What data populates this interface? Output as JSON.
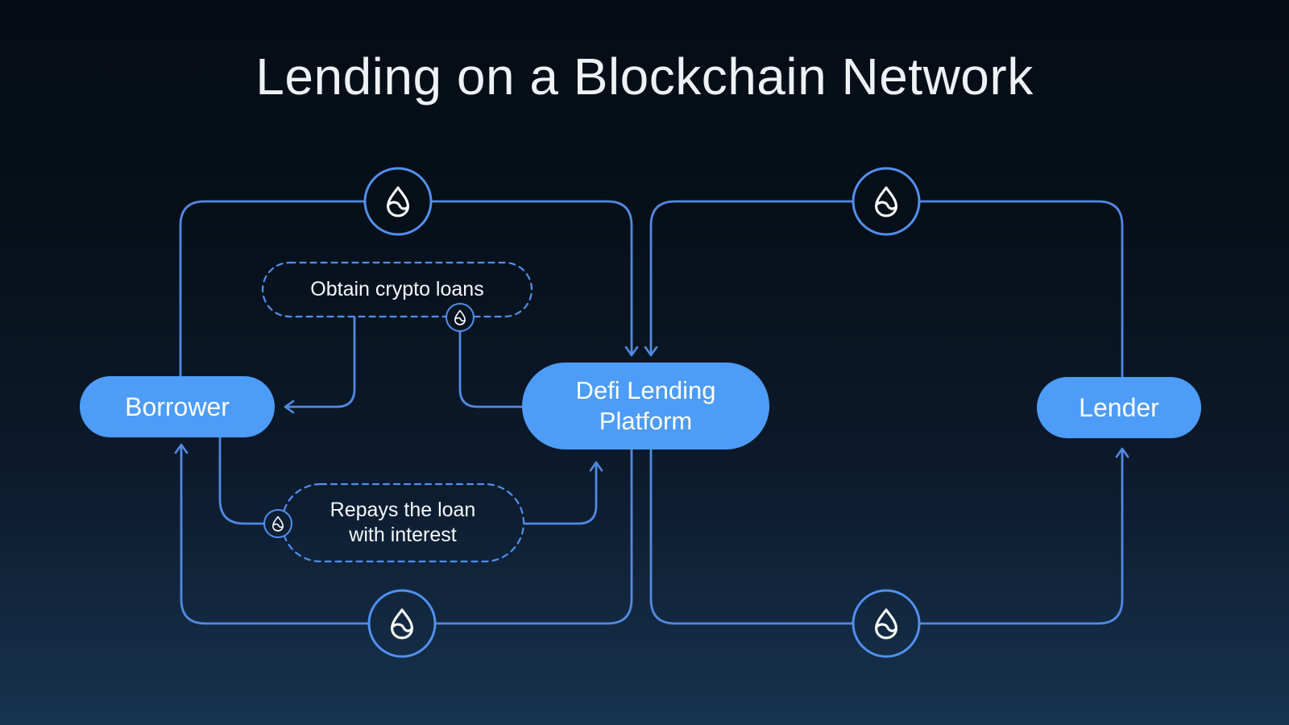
{
  "title": "Lending on a Blockchain Network",
  "nodes": {
    "borrower": {
      "label": "Borrower"
    },
    "platform": {
      "label_line1": "Defi Lending",
      "label_line2": "Platform"
    },
    "lender": {
      "label": "Lender"
    }
  },
  "flow_labels": {
    "obtain": {
      "text": "Obtain crypto loans"
    },
    "repays": {
      "line1": "Repays the loan",
      "line2": "with interest"
    }
  },
  "icons": {
    "coin": "sui-droplet-icon"
  },
  "colors": {
    "background_top": "#050c16",
    "background_bottom": "#17334f",
    "node_fill": "#4d9cf8",
    "connector_line": "#5289e2",
    "circle_stroke": "#5190ef",
    "icon": "#ffffff",
    "text": "#ffffff"
  }
}
